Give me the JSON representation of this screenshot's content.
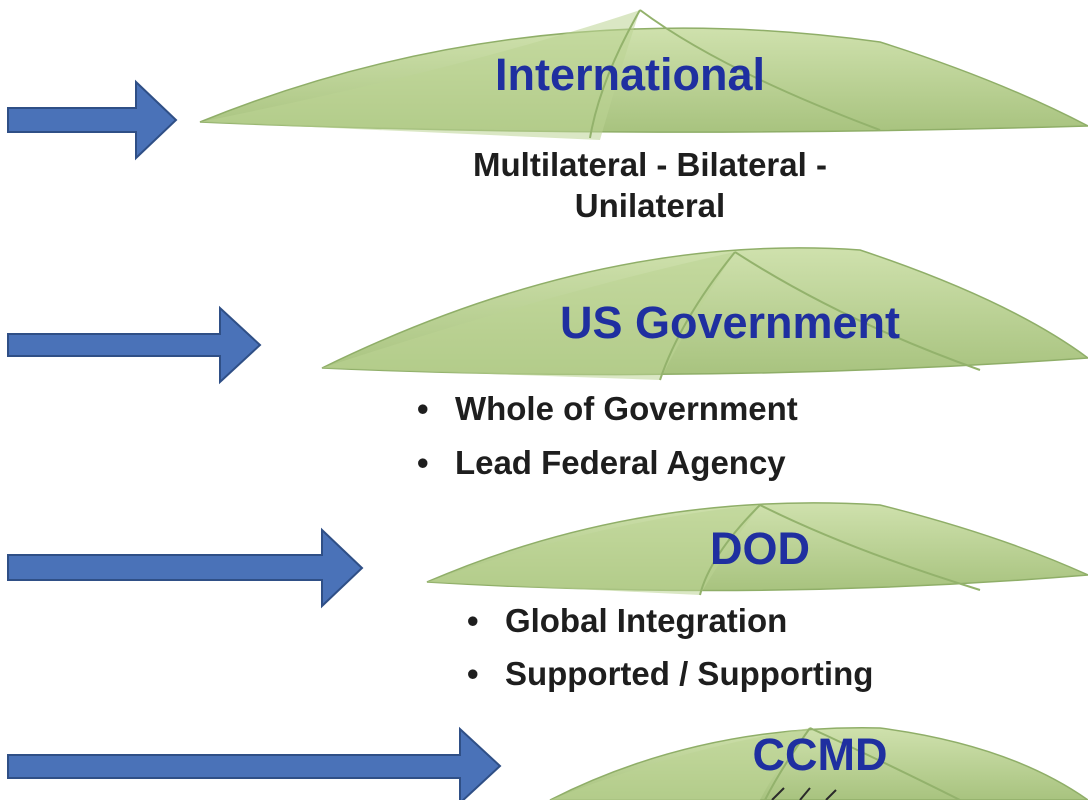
{
  "colors": {
    "arrow_fill": "#4a72b8",
    "arrow_stroke": "#2f4f86",
    "umbrella_light": "#cde0a8",
    "umbrella_mid": "#aac880",
    "umbrella_dark": "#87a860",
    "title_color": "#1f2fa0",
    "body_text": "#1e1e1e"
  },
  "tiers": [
    {
      "title": "International",
      "subtitle_lines": [
        "Multilateral - Bilateral -",
        "Unilateral"
      ]
    },
    {
      "title": "US Government",
      "bullets": [
        "Whole of Government",
        "Lead Federal Agency"
      ]
    },
    {
      "title": "DOD",
      "bullets": [
        "Global Integration",
        "Supported / Supporting"
      ]
    },
    {
      "title": "CCMD"
    }
  ]
}
